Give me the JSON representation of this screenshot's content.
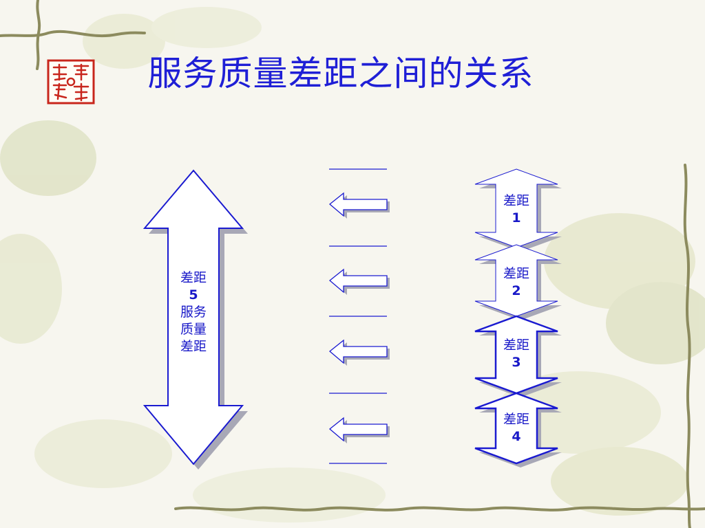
{
  "title": "服务质量差距之间的关系",
  "big_arrow": {
    "line1": "差距",
    "line2": "5",
    "line3": "服务",
    "line4": "质量",
    "line5": "差距"
  },
  "gaps": [
    {
      "line1": "差距",
      "line2": "1"
    },
    {
      "line1": "差距",
      "line2": "2"
    },
    {
      "line1": "差距",
      "line2": "3"
    },
    {
      "line1": "差距",
      "line2": "4"
    }
  ],
  "colors": {
    "title": "#1f1fd6",
    "arrow_stroke": "#1a1ad0",
    "arrow_fill": "#ffffff",
    "shadow": "#a9a9b8",
    "seal_red": "#c8261c",
    "vine": "#8a8a5a",
    "flower": "#cfd3a8"
  }
}
